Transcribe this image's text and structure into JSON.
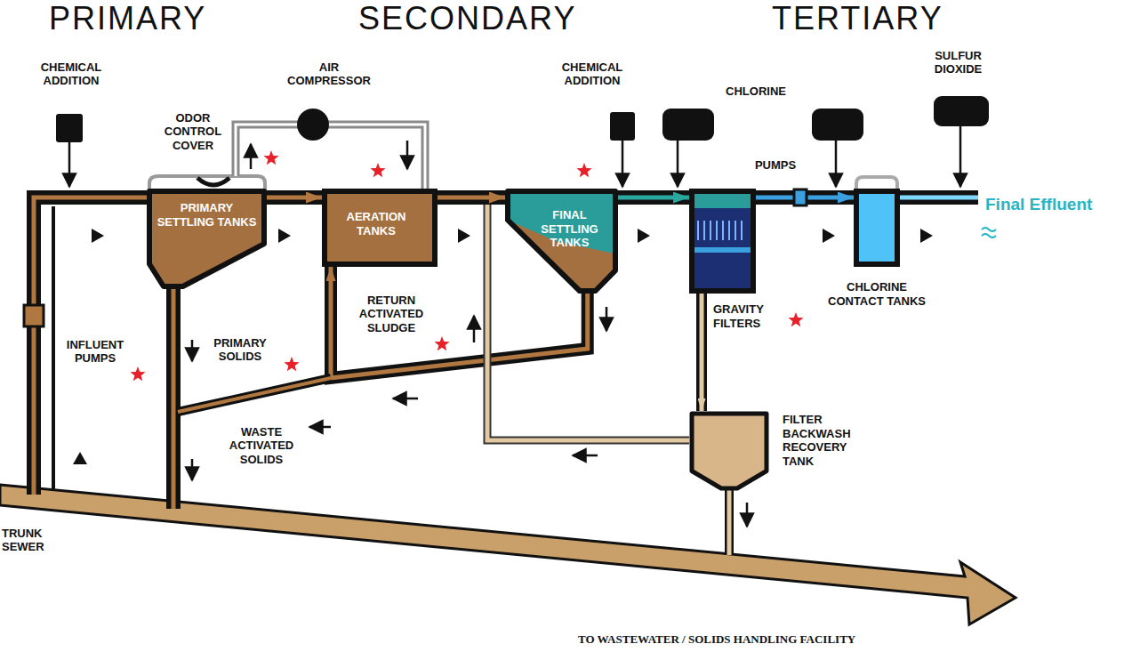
{
  "diagram": {
    "nodes": [
      {
        "text": [
          "PRIMARY SETTLING TANKS"
        ]
      },
      {
        "text": [
          "AERATION TANKS"
        ]
      },
      {
        "text": [
          "FINAL SETTLING TANKS"
        ]
      },
      {
        "text": [
          "GRAVITY FILTERS"
        ]
      },
      {
        "text": [
          "CHLORINE CONTACT TANKS"
        ]
      },
      {
        "text": [
          "FILTER BACKWASH RECOVERY TANK"
        ]
      }
    ],
    "edges": [
      {
        "from": 0,
        "to": 1,
        "arrow": "to"
      },
      {
        "from": 1,
        "to": 2,
        "arrow": "to"
      },
      {
        "from": 2,
        "to": 3,
        "arrow": "to"
      },
      {
        "from": 3,
        "to": 4,
        "arrow": "to"
      },
      {
        "from": 2,
        "to": 1,
        "arrow": "to"
      },
      {
        "from": 3,
        "to": 5,
        "arrow": "to"
      }
    ],
    "labels": [
      "PRIMARY",
      "SECONDARY",
      "TERTIARY",
      "CHEMICAL ADDITION",
      "ODOR CONTROL COVER",
      "AIR COMPRESSOR",
      "CHEMICAL ADDITION",
      "CHLORINE",
      "SULFUR DIOXIDE",
      "PUMPS",
      "INFLUENT PUMPS",
      "PRIMARY SOLIDS",
      "RETURN ACTIVATED SLUDGE",
      "WASTE ACTIVATED SOLIDS",
      "TRUNK SEWER",
      "Final Effluent",
      "TO WASTEWATER / SOLIDS HANDLING FACILITY"
    ]
  }
}
